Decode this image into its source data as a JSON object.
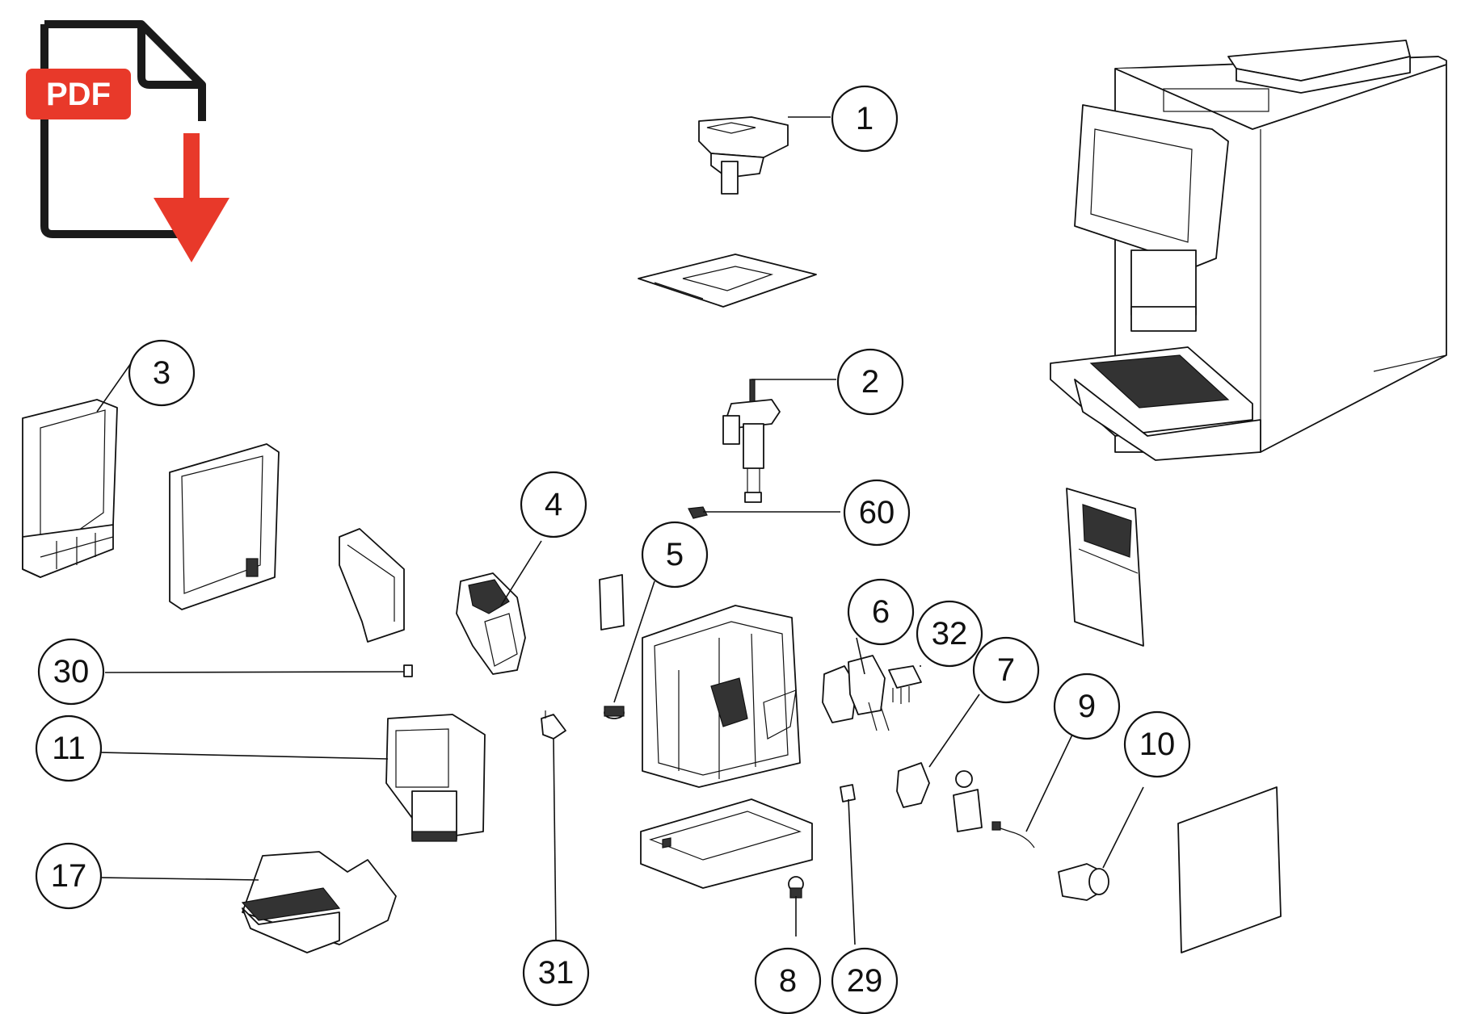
{
  "pdf_download": {
    "label": "PDF",
    "icon": "pdf-download-icon",
    "badge_color": "#e8392a",
    "arrow_color": "#e8392a"
  },
  "callouts": [
    {
      "id": "1",
      "label": "1"
    },
    {
      "id": "2",
      "label": "2"
    },
    {
      "id": "3",
      "label": "3"
    },
    {
      "id": "4",
      "label": "4"
    },
    {
      "id": "5",
      "label": "5"
    },
    {
      "id": "6",
      "label": "6"
    },
    {
      "id": "7",
      "label": "7"
    },
    {
      "id": "8",
      "label": "8"
    },
    {
      "id": "9",
      "label": "9"
    },
    {
      "id": "10",
      "label": "10"
    },
    {
      "id": "11",
      "label": "11"
    },
    {
      "id": "17",
      "label": "17"
    },
    {
      "id": "29",
      "label": "29"
    },
    {
      "id": "30",
      "label": "30"
    },
    {
      "id": "31",
      "label": "31"
    },
    {
      "id": "32",
      "label": "32"
    },
    {
      "id": "60",
      "label": "60"
    }
  ]
}
